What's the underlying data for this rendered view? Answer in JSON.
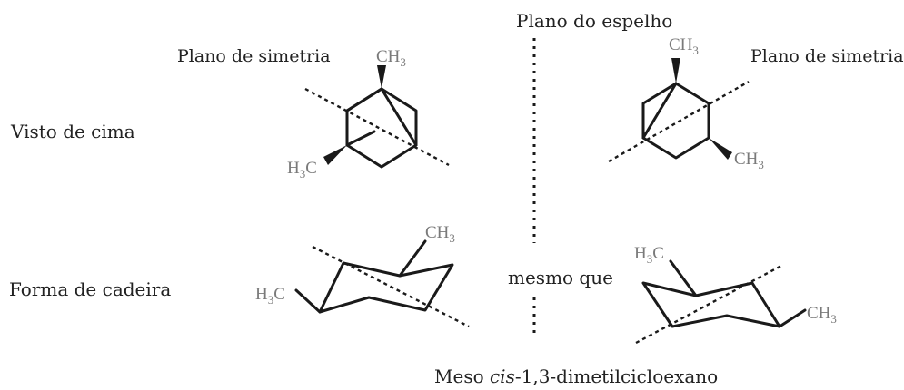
{
  "labels": {
    "mirror_plane": "Plano do espelho",
    "symmetry_plane_left": "Plano de simetria",
    "symmetry_plane_right": "Plano de simetria",
    "top_view": "Visto de cima",
    "chair_form": "Forma de cadeira",
    "same_as": "mesmo que",
    "caption_prefix": "Meso ",
    "caption_italic": "cis",
    "caption_suffix": "-1,3-dimetilcicloexano"
  },
  "groups": {
    "ch_text": "CH",
    "hc_h": "H",
    "hc_c": "C",
    "sub3": "3"
  },
  "colors": {
    "bond": "#1a1a1a",
    "label_text": "#222222",
    "group_text": "#7a7a7a"
  }
}
